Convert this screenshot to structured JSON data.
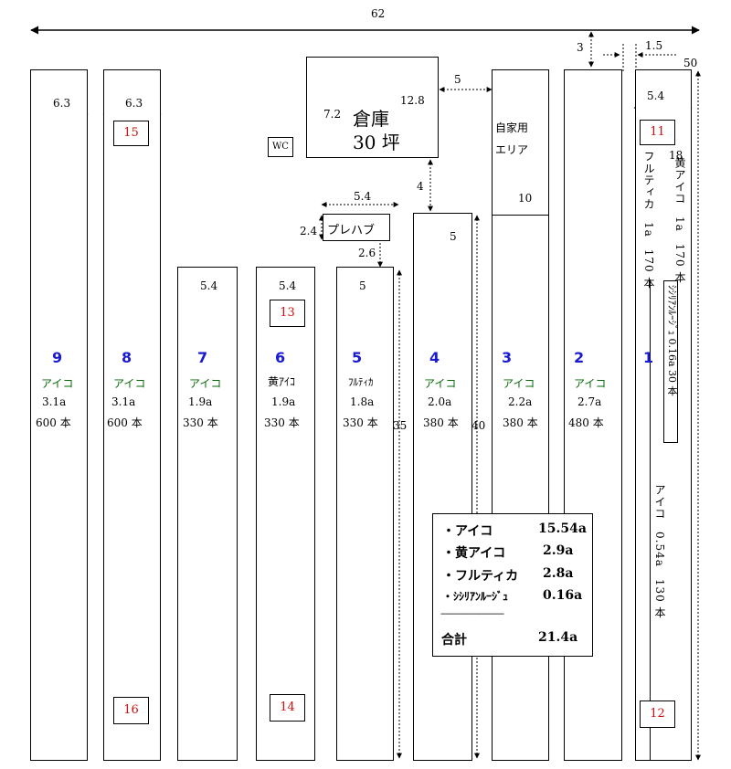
{
  "total_width": "62",
  "dim_top_3": "3",
  "dim_top_1_5": "1.5",
  "dim_50": "50",
  "dim_5_4_right": "5.4",
  "dim_18": "18",
  "warehouse": {
    "label": "倉庫",
    "size": "30 坪",
    "w": "12.8",
    "h": "7.2",
    "gap": "5",
    "below": "4"
  },
  "wc": "WC",
  "home_area": {
    "line1": "自家用",
    "line2": "エリア",
    "len": "10"
  },
  "prefab": {
    "label": "プレハブ",
    "w": "5.4",
    "h": "2.4",
    "gap": "2.6"
  },
  "dims_left": {
    "s9": "6.3",
    "s8": "6.3",
    "s7": "5.4",
    "s6": "5.4",
    "s5": "5",
    "s4": "5"
  },
  "len_35": "35",
  "len_40": "40",
  "strips": [
    {
      "num": "9",
      "variety": "アイコ",
      "area": "3.1a",
      "count": "600 本"
    },
    {
      "num": "8",
      "variety": "アイコ",
      "area": "3.1a",
      "count": "600 本"
    },
    {
      "num": "7",
      "variety": "アイコ",
      "area": "1.9a",
      "count": "330 本"
    },
    {
      "num": "6",
      "variety": "黄ｱｲｺ",
      "area": "1.9a",
      "count": "330 本"
    },
    {
      "num": "5",
      "variety": "ﾌﾙﾃｨｶ",
      "area": "1.8a",
      "count": "330 本"
    },
    {
      "num": "4",
      "variety": "アイコ",
      "area": "2.0a",
      "count": "380 本"
    },
    {
      "num": "3",
      "variety": "アイコ",
      "area": "2.2a",
      "count": "380 本"
    },
    {
      "num": "2",
      "variety": "アイコ",
      "area": "2.7a",
      "count": "480 本"
    },
    {
      "num": "1"
    }
  ],
  "strip1_texts": {
    "fruitica": "フルティカ　1a　170 本",
    "yellow": "黄アイコ　1a　170 本",
    "sicily": "ｼｼﾘｱﾝﾙｰｼﾞｭ  0.16a  30 本",
    "aiko": "アイコ　0.54a　130 本"
  },
  "red_boxes": {
    "b15": "15",
    "b16": "16",
    "b13": "13",
    "b14": "14",
    "b11": "11",
    "b12": "12"
  },
  "legend": {
    "rows": [
      {
        "name": "・アイコ",
        "value": "15.54a"
      },
      {
        "name": "・黄アイコ",
        "value": "2.9a"
      },
      {
        "name": "・フルティカ",
        "value": "2.8a"
      },
      {
        "name": "・ｼｼﾘｱﾝﾙｰｼﾞｭ",
        "value": "0.16a"
      }
    ],
    "separator": "-----------------------------",
    "total_label": "合計",
    "total_value": "21.4a"
  }
}
